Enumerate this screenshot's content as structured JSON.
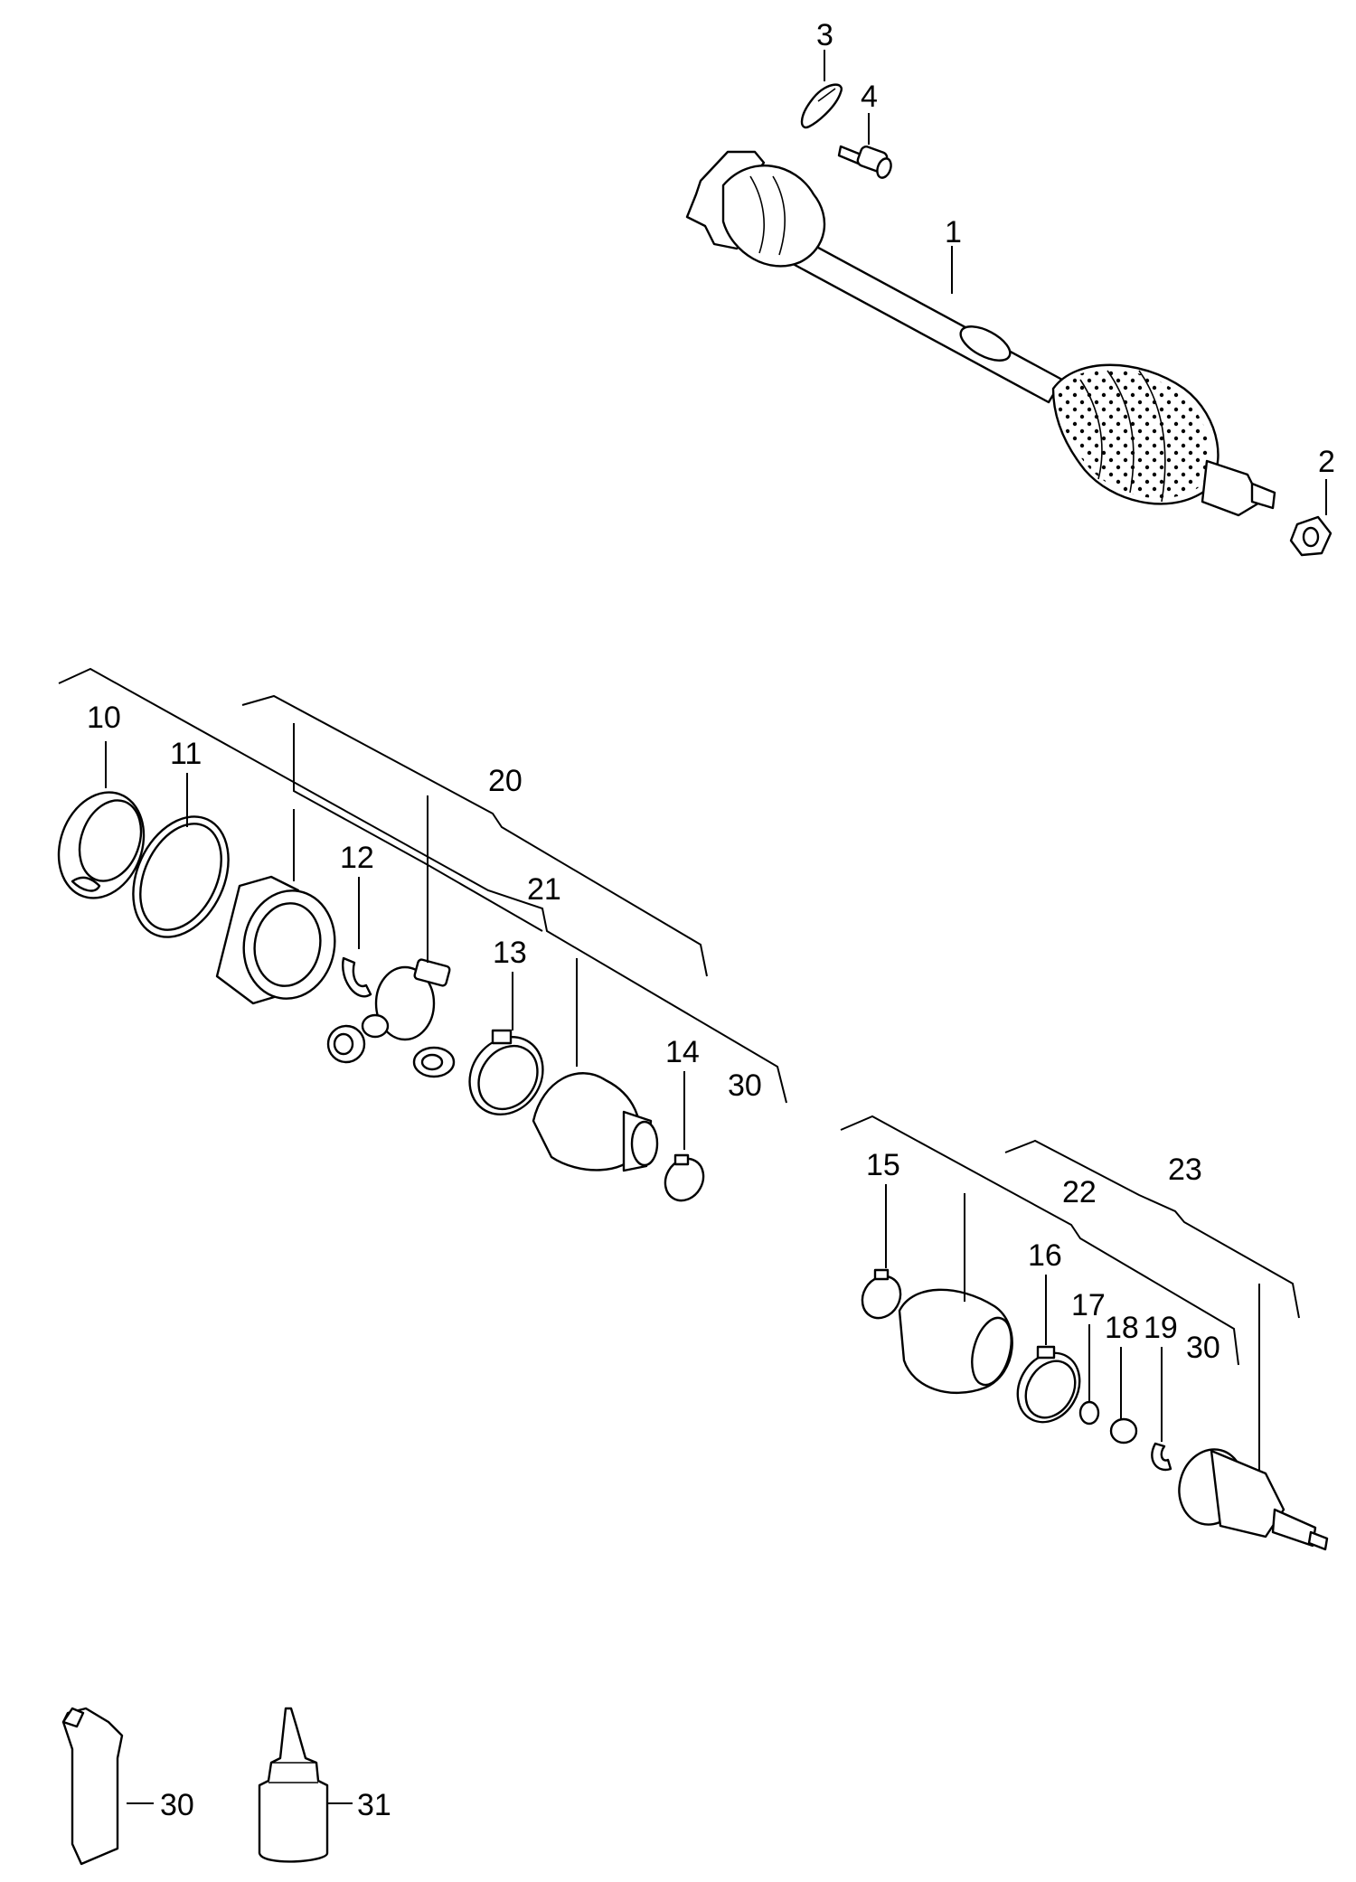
{
  "labels": {
    "p1": "1",
    "p2": "2",
    "p3": "3",
    "p4": "4",
    "p10": "10",
    "p11": "11",
    "p12": "12",
    "p13": "13",
    "p14": "14",
    "p15": "15",
    "p16": "16",
    "p17": "17",
    "p18": "18",
    "p19": "19",
    "p20": "20",
    "p21": "21",
    "p22": "22",
    "p23": "23",
    "p30a": "30",
    "p30b": "30",
    "p30c": "30",
    "p31": "31"
  },
  "icons": {
    "drive_shaft": "drive-shaft-icon",
    "grease_tube": "grease-tube-icon",
    "grease_bottle": "grease-bottle-icon"
  }
}
